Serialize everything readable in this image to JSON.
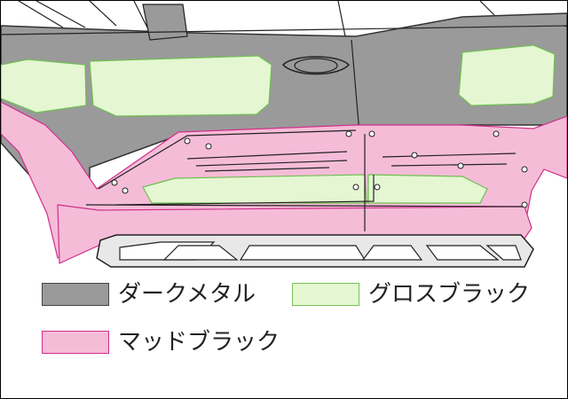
{
  "legend": {
    "items": [
      {
        "id": "dark-metal",
        "label": "ダークメタル",
        "color": "#9a9a9a",
        "border": "#444444"
      },
      {
        "id": "gloss-black",
        "label": "グロスブラック",
        "color": "#e4f7d2",
        "border": "#7ac05a"
      },
      {
        "id": "matte-black",
        "label": "マッドブラック",
        "color": "#f5bcd8",
        "border": "#d0308a"
      }
    ]
  },
  "colors": {
    "dark_metal": "#9a9a9a",
    "dark_metal_stroke": "#333333",
    "gloss_black": "#e4f7d2",
    "gloss_black_stroke": "#6fbf50",
    "matte_black": "#f5bcd8",
    "matte_black_stroke": "#d0308a",
    "step_frame": "#e8e8e8",
    "line": "#222222"
  }
}
